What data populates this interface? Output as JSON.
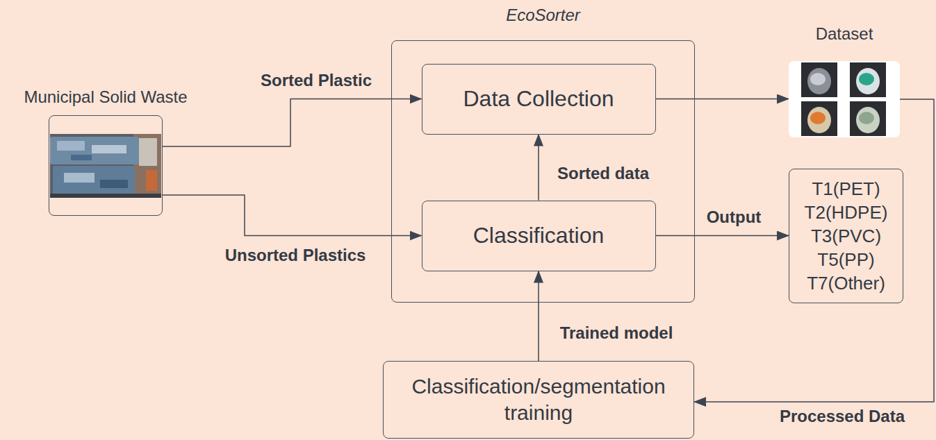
{
  "diagram": {
    "nodes": [
      {
        "text": [
          "EcoSorter"
        ]
      },
      {
        "text": [
          "Data Collection"
        ],
        "in": 0
      },
      {
        "text": [
          "Classification"
        ],
        "in": 0
      },
      {
        "text": [
          "Municipal Solid Waste"
        ]
      },
      {
        "text": [
          "Dataset"
        ]
      },
      {
        "text": [
          "T1(PET)",
          "T2(HDPE)",
          "T3(PVC)",
          "T5(PP)",
          "T7(Other)"
        ]
      },
      {
        "text": [
          "Classification/segmentation training"
        ]
      }
    ],
    "edges": [
      {
        "from": 3,
        "to": 1,
        "label": "Sorted Plastic",
        "arrow": "to"
      },
      {
        "from": 3,
        "to": 2,
        "label": "Unsorted Plastics",
        "arrow": "to"
      },
      {
        "from": 2,
        "to": 1,
        "label": "Sorted data",
        "arrow": "to"
      },
      {
        "from": 1,
        "to": 4,
        "arrow": "to"
      },
      {
        "from": 2,
        "to": 5,
        "label": "Output",
        "arrow": "to"
      },
      {
        "from": 6,
        "to": 2,
        "label": "Trained model",
        "arrow": "to"
      },
      {
        "from": 4,
        "to": 6,
        "label": "Processed Data",
        "arrow": "to"
      }
    ]
  }
}
